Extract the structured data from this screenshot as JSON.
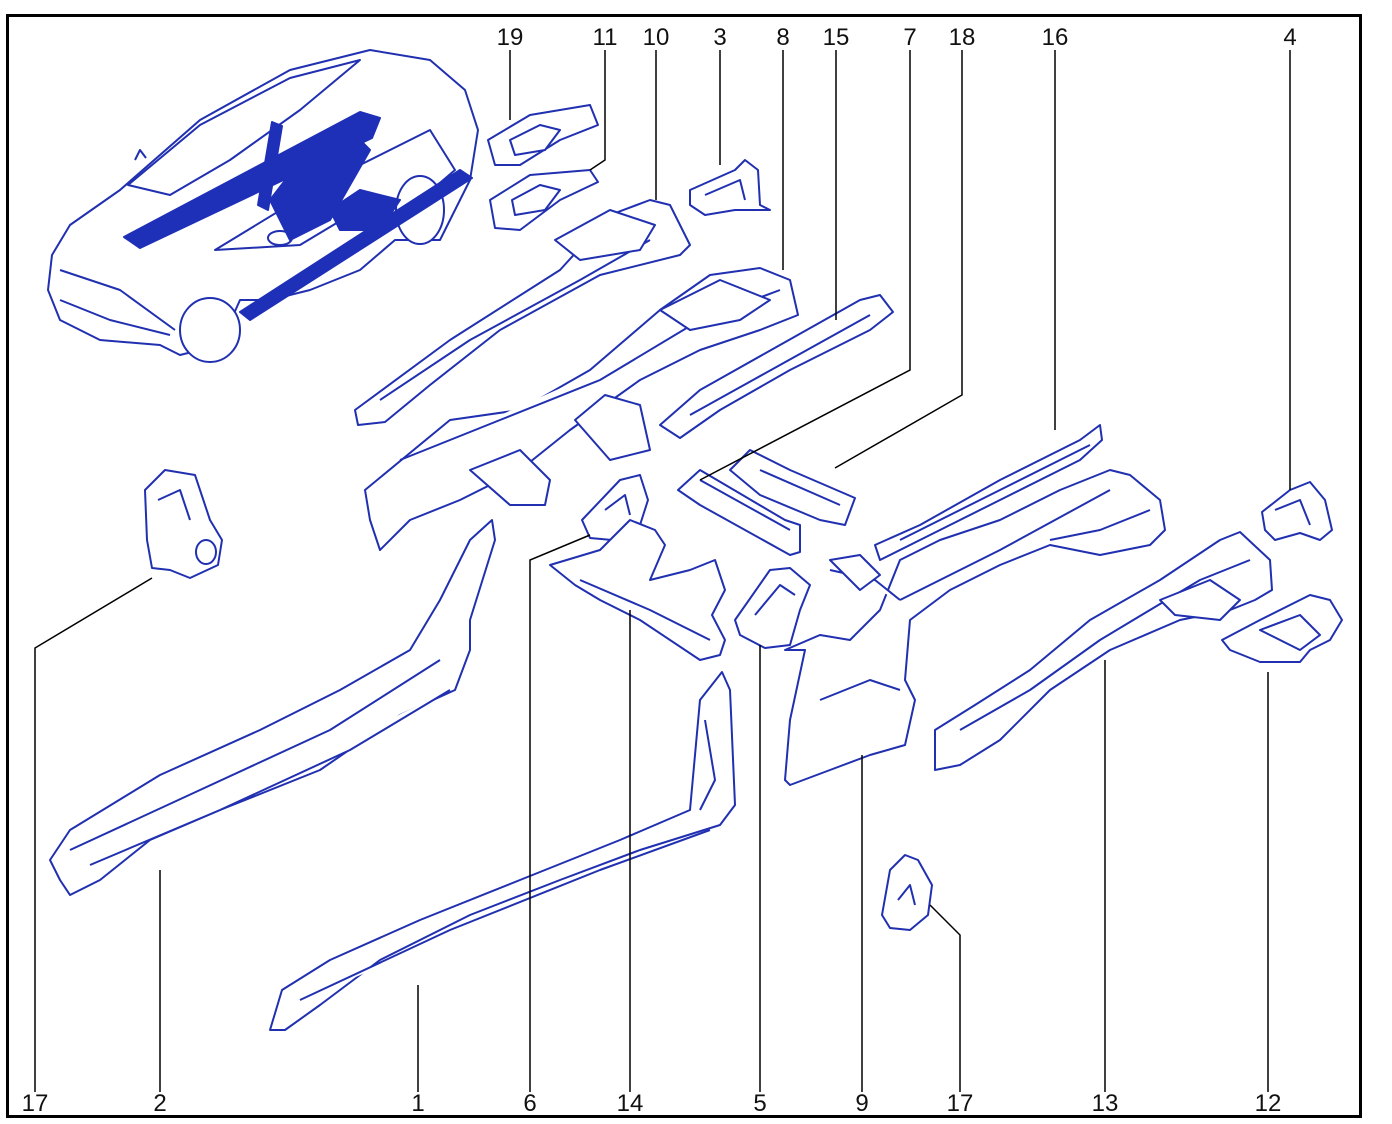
{
  "diagram": {
    "ink_color": "#2030b0",
    "fill_color": "#ffffff",
    "highlight_color": "#1e2fb8",
    "callouts": [
      {
        "id": "c19t",
        "text": "19"
      },
      {
        "id": "c11t",
        "text": "11"
      },
      {
        "id": "c10t",
        "text": "10"
      },
      {
        "id": "c3t",
        "text": "3"
      },
      {
        "id": "c8t",
        "text": "8"
      },
      {
        "id": "c15t",
        "text": "15"
      },
      {
        "id": "c7t",
        "text": "7"
      },
      {
        "id": "c18t",
        "text": "18"
      },
      {
        "id": "c16t",
        "text": "16"
      },
      {
        "id": "c4t",
        "text": "4"
      },
      {
        "id": "c17b",
        "text": "17"
      },
      {
        "id": "c2b",
        "text": "2"
      },
      {
        "id": "c1b",
        "text": "1"
      },
      {
        "id": "c6b",
        "text": "6"
      },
      {
        "id": "c14b",
        "text": "14"
      },
      {
        "id": "c5b",
        "text": "5"
      },
      {
        "id": "c9b",
        "text": "9"
      },
      {
        "id": "c17b2",
        "text": "17"
      },
      {
        "id": "c13b",
        "text": "13"
      },
      {
        "id": "c12b",
        "text": "12"
      }
    ]
  }
}
